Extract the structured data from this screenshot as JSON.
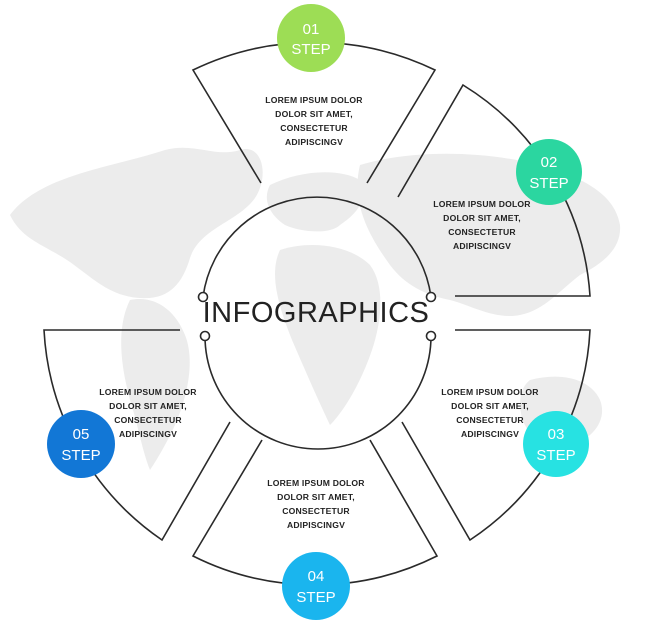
{
  "title": "INFOGRAPHICS",
  "steps": [
    {
      "number": "01",
      "label": "STEP",
      "color": "#9ddd55",
      "text": [
        "LOREM IPSUM DOLOR",
        "DOLOR SIT AMET,",
        "CONSECTETUR",
        "ADIPISCINGV"
      ]
    },
    {
      "number": "02",
      "label": "STEP",
      "color": "#2bd6a0",
      "text": [
        "LOREM IPSUM DOLOR",
        "DOLOR SIT AMET,",
        "CONSECTETUR",
        "ADIPISCINGV"
      ]
    },
    {
      "number": "03",
      "label": "STEP",
      "color": "#27e2e2",
      "text": [
        "LOREM IPSUM DOLOR",
        "DOLOR SIT AMET,",
        "CONSECTETUR",
        "ADIPISCINGV"
      ]
    },
    {
      "number": "04",
      "label": "STEP",
      "color": "#1ab5ee",
      "text": [
        "LOREM IPSUM DOLOR",
        "DOLOR SIT AMET,",
        "CONSECTETUR",
        "ADIPISCINGV"
      ]
    },
    {
      "number": "05",
      "label": "STEP",
      "color": "#1277d6",
      "text": [
        "LOREM IPSUM DOLOR",
        "DOLOR SIT AMET,",
        "CONSECTETUR",
        "ADIPISCINGV"
      ]
    }
  ],
  "colors": {
    "line": "#2a2a2a",
    "map": "#ececec",
    "text": "#222222"
  }
}
